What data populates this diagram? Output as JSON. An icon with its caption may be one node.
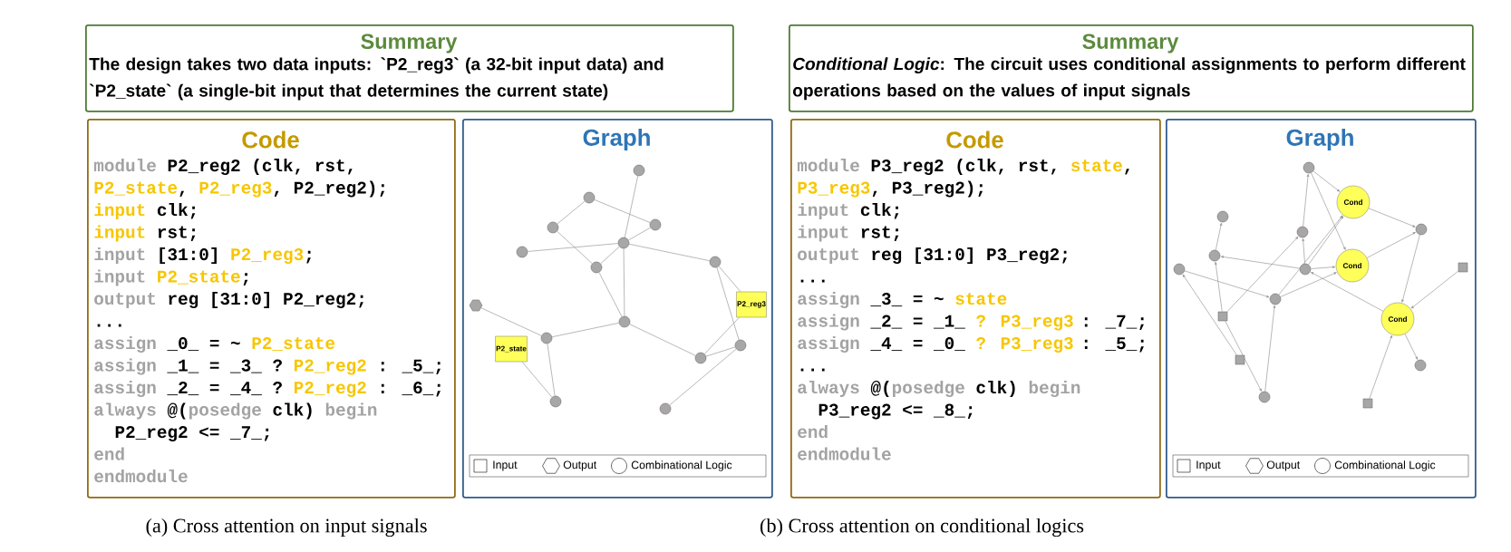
{
  "diagram": {
    "nodes": [
      {
        "text": [
          "Summary",
          "The design takes two data inputs: `P2_reg3` (a 32-bit input data) and `P2_state` (a single-bit input that determines the current state)"
        ]
      },
      {
        "text": [
          "Code",
          "module",
          "P2_reg2 (clk, rst,",
          "P2_state",
          ",",
          "P2_reg3",
          ", P2_reg2);",
          "input",
          "clk;",
          "input",
          "rst;",
          "input",
          "[31:0]",
          "P2_reg3",
          ";",
          "input",
          "P2_state",
          ";",
          "output",
          "reg [31:0] P2_reg2;",
          "...",
          "assign",
          "_0_ = ~",
          "P2_state",
          "assign",
          "_1_ = _3_ ?",
          "P2_reg2",
          ": _5_;",
          "assign",
          "_2_ = _4_ ?",
          "P2_reg2",
          ": _6_;",
          "always",
          "@(",
          "posedge",
          "clk)",
          "begin",
          "P2_reg2 <= _7_;",
          "end",
          "endmodule"
        ]
      },
      {
        "text": [
          "Graph"
        ]
      },
      {
        "text": [],
        "shape": "circle",
        "in": 2
      },
      {
        "text": [],
        "shape": "circle",
        "in": 2
      },
      {
        "text": [],
        "shape": "circle",
        "in": 2
      },
      {
        "text": [],
        "shape": "circle",
        "in": 2
      },
      {
        "text": [],
        "shape": "circle",
        "in": 2
      },
      {
        "text": [],
        "shape": "circle",
        "in": 2
      },
      {
        "text": [],
        "shape": "circle",
        "in": 2
      },
      {
        "text": [],
        "shape": "circle",
        "in": 2
      },
      {
        "text": [],
        "shape": "hexagon",
        "in": 2
      },
      {
        "text": [
          "P2_reg3"
        ],
        "in": 2
      },
      {
        "text": [],
        "shape": "circle",
        "in": 2
      },
      {
        "text": [],
        "shape": "circle",
        "in": 2
      },
      {
        "text": [],
        "shape": "circle",
        "in": 2
      },
      {
        "text": [
          "P2_state"
        ],
        "in": 2
      },
      {
        "text": [],
        "shape": "circle",
        "in": 2
      },
      {
        "text": [],
        "shape": "circle",
        "in": 2
      },
      {
        "text": [],
        "shape": "circle",
        "in": 2
      },
      {
        "text": [
          "Summary",
          "*Conditional Logic*: The circuit uses conditional assignments to perform different operations based on the values of input signals"
        ]
      },
      {
        "text": [
          "Code",
          "module",
          "P3_reg2 (clk, rst,",
          "state",
          ",",
          "P3_reg3",
          ", P3_reg2);",
          "input",
          "clk;",
          "input",
          "rst;",
          "output",
          "reg [31:0] P3_reg2;",
          "...",
          "assign",
          "_3_ = ~",
          "state",
          "assign",
          "_2_ = _1_",
          "? P3_reg3",
          ": _7_;",
          "assign",
          "_4_ = _0_",
          "? P3_reg3",
          ": _5_;",
          "...",
          "always",
          "@(",
          "posedge",
          "clk)",
          "begin",
          "P3_reg2 <= _8_;",
          "end",
          "endmodule"
        ]
      },
      {
        "text": [
          "Graph"
        ]
      },
      {
        "text": [],
        "shape": "circle",
        "in": 22
      },
      {
        "text": [
          "Cond"
        ],
        "in": 22
      },
      {
        "text": [],
        "shape": "circle",
        "in": 22
      },
      {
        "text": [],
        "shape": "circle",
        "in": 22
      },
      {
        "text": [],
        "shape": "circle",
        "in": 22
      },
      {
        "text": [],
        "shape": "circle",
        "in": 22
      },
      {
        "text": [
          "Cond"
        ],
        "in": 22
      },
      {
        "text": [],
        "shape": "box",
        "in": 22
      },
      {
        "text": [],
        "shape": "circle",
        "in": 22
      },
      {
        "text": [],
        "shape": "circle",
        "in": 22
      },
      {
        "text": [],
        "shape": "circle",
        "in": 22
      },
      {
        "text": [],
        "shape": "box",
        "in": 22
      },
      {
        "text": [
          "Cond"
        ],
        "in": 22
      },
      {
        "text": [],
        "shape": "box",
        "in": 22
      },
      {
        "text": [],
        "shape": "circle",
        "in": 22
      },
      {
        "text": [],
        "shape": "circle",
        "in": 22
      },
      {
        "text": [],
        "shape": "box",
        "in": 22
      }
    ],
    "edges": [
      {
        "from": 3,
        "to": 7,
        "arrow": "none"
      },
      {
        "from": 4,
        "to": 6,
        "arrow": "none"
      },
      {
        "from": 4,
        "to": 5,
        "arrow": "none"
      },
      {
        "from": 6,
        "to": 10,
        "arrow": "none"
      },
      {
        "from": 5,
        "to": 7,
        "arrow": "none"
      },
      {
        "from": 8,
        "to": 7,
        "arrow": "none"
      },
      {
        "from": 7,
        "to": 10,
        "arrow": "none"
      },
      {
        "from": 7,
        "to": 9,
        "arrow": "none"
      },
      {
        "from": 7,
        "to": 13,
        "arrow": "none"
      },
      {
        "from": 10,
        "to": 13,
        "arrow": "none"
      },
      {
        "from": 11,
        "to": 14,
        "arrow": "none"
      },
      {
        "from": 14,
        "to": 13,
        "arrow": "none"
      },
      {
        "from": 14,
        "to": 18,
        "arrow": "none"
      },
      {
        "from": 16,
        "to": 18,
        "arrow": "none"
      },
      {
        "from": 13,
        "to": 15,
        "arrow": "none"
      },
      {
        "from": 9,
        "to": 12,
        "arrow": "none"
      },
      {
        "from": 9,
        "to": 17,
        "arrow": "none"
      },
      {
        "from": 15,
        "to": 12,
        "arrow": "none"
      },
      {
        "from": 15,
        "to": 17,
        "arrow": "none"
      },
      {
        "from": 19,
        "to": 17,
        "arrow": "none"
      },
      {
        "from": 27,
        "to": 23,
        "arrow": "to"
      },
      {
        "from": 23,
        "to": 24,
        "arrow": "to"
      },
      {
        "from": 23,
        "to": 29,
        "arrow": "to"
      },
      {
        "from": 28,
        "to": 25,
        "arrow": "to"
      },
      {
        "from": 32,
        "to": 28,
        "arrow": "to"
      },
      {
        "from": 31,
        "to": 33,
        "arrow": "to"
      },
      {
        "from": 36,
        "to": 31,
        "arrow": "to"
      },
      {
        "from": 34,
        "to": 28,
        "arrow": "to"
      },
      {
        "from": 34,
        "to": 27,
        "arrow": "to"
      },
      {
        "from": 34,
        "to": 38,
        "arrow": "to"
      },
      {
        "from": 33,
        "to": 24,
        "arrow": "to"
      },
      {
        "from": 32,
        "to": 24,
        "arrow": "to"
      },
      {
        "from": 32,
        "to": 29,
        "arrow": "to"
      },
      {
        "from": 33,
        "to": 29,
        "arrow": "to"
      },
      {
        "from": 32,
        "to": 27,
        "arrow": "to"
      },
      {
        "from": 35,
        "to": 32,
        "arrow": "to"
      },
      {
        "from": 39,
        "to": 35,
        "arrow": "to"
      },
      {
        "from": 24,
        "to": 26,
        "arrow": "to"
      },
      {
        "from": 29,
        "to": 26,
        "arrow": "to"
      },
      {
        "from": 26,
        "to": 35,
        "arrow": "to"
      },
      {
        "from": 30,
        "to": 35,
        "arrow": "to"
      },
      {
        "from": 35,
        "to": 37,
        "arrow": "to"
      },
      {
        "from": 38,
        "to": 33,
        "arrow": "to"
      }
    ],
    "labels": [
      "(a) Cross attention on input signals",
      "(b) Cross attention on conditional logics"
    ],
    "legend": [
      {
        "text": "Input"
      },
      {
        "text": "Output"
      },
      {
        "text": "Combinational Logic"
      },
      {
        "text": "Input"
      },
      {
        "text": "Output"
      },
      {
        "text": "Combinational Logic"
      }
    ]
  }
}
